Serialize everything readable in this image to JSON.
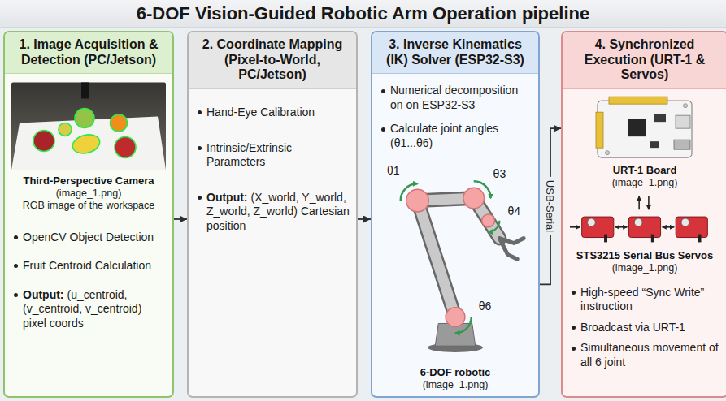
{
  "diagram": {
    "title": "6-DOF Vision-Guided Robotic Arm Operation pipeline",
    "nodes": [
      {
        "text": [
          "1. Image Acquisition & Detection (PC/Jetson)",
          "Third-Perspective Camera",
          "(image_1.png)",
          "RGB image of the workspace",
          "OpenCV Object Detection",
          "Fruit Centroid Calculation",
          "Output:",
          "(u_centroid, (v_centroid, v_centroid) pixel coords"
        ]
      },
      {
        "text": [
          "2. Coordinate Mapping (Pixel-to-World, PC/Jetson)",
          "Hand-Eye Calibration",
          "Intrinsic/Extrinsic Parameters",
          "Output:",
          "(X_world, Y_world, Z_world, Z_world) Cartesian position"
        ]
      },
      {
        "text": [
          "3. Inverse Kinematics (IK) Solver (ESP32-S3)",
          "Numerical decomposition on on ESP32-S3",
          "Calculate joint angles (θ1...θ6)",
          "6-DOF robotic",
          "(image_1.png)"
        ]
      },
      {
        "text": [
          "4. Synchronized Execution (URT-1 & Servos)",
          "URT-1 Board",
          "(image_1.png)",
          "STS3215 Serial Bus Servos",
          "(image_1.png)",
          "High-speed “Sync Write” instruction",
          "Broadcast via URT-1",
          "Simultaneous movement of all 6 joint"
        ]
      }
    ],
    "edges": [
      {
        "from": 0,
        "to": 1,
        "arrow": "to"
      },
      {
        "from": 1,
        "to": 2,
        "arrow": "to"
      },
      {
        "from": 2,
        "to": 3,
        "label": "USB-Serial",
        "arrow": "to"
      }
    ],
    "labels": [
      "θ1",
      "θ3",
      "θ4",
      "θ6"
    ]
  }
}
